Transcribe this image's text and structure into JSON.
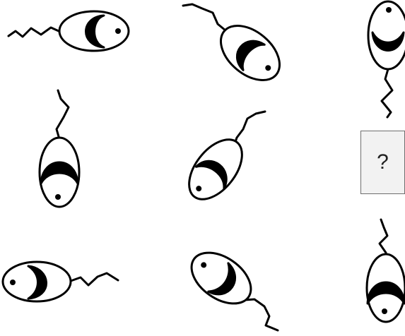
{
  "puzzle": {
    "figures": [
      {
        "row": 1,
        "col": 1,
        "icon": "cell-flagellum-icon"
      },
      {
        "row": 1,
        "col": 2,
        "icon": "cell-flagellum-icon"
      },
      {
        "row": 1,
        "col": 3,
        "icon": "cell-flagellum-icon"
      },
      {
        "row": 2,
        "col": 1,
        "icon": "cell-flagellum-icon"
      },
      {
        "row": 2,
        "col": 2,
        "icon": "cell-flagellum-icon"
      },
      {
        "row": 3,
        "col": 1,
        "icon": "cell-flagellum-icon"
      },
      {
        "row": 3,
        "col": 2,
        "icon": "cell-flagellum-icon"
      },
      {
        "row": 3,
        "col": 3,
        "icon": "cell-flagellum-icon"
      }
    ],
    "missing": {
      "row": 2,
      "col": 3,
      "label": "?"
    }
  }
}
